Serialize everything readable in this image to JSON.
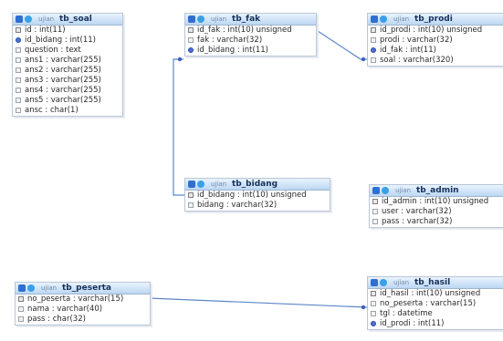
{
  "tables": [
    {
      "id": "tb_soal",
      "schema": "ujian",
      "name": "tb_soal",
      "rows": [
        {
          "text": "id : int(11)",
          "icon": "key"
        },
        {
          "text": "id_bidang : int(11)",
          "icon": "fk"
        },
        {
          "text": "question : text",
          "icon": "col"
        },
        {
          "text": "ans1 : varchar(255)",
          "icon": "col"
        },
        {
          "text": "ans2 : varchar(255)",
          "icon": "col"
        },
        {
          "text": "ans3 : varchar(255)",
          "icon": "col"
        },
        {
          "text": "ans4 : varchar(255)",
          "icon": "col"
        },
        {
          "text": "ans5 : varchar(255)",
          "icon": "col"
        },
        {
          "text": "ansc : char(1)",
          "icon": "col"
        }
      ]
    },
    {
      "id": "tb_fak",
      "schema": "ujian",
      "name": "tb_fak",
      "rows": [
        {
          "text": "id_fak : int(10) unsigned",
          "icon": "key"
        },
        {
          "text": "fak : varchar(32)",
          "icon": "col"
        },
        {
          "text": "id_bidang : int(11)",
          "icon": "fk"
        }
      ]
    },
    {
      "id": "tb_prodi",
      "schema": "ujian",
      "name": "tb_prodi",
      "rows": [
        {
          "text": "id_prodi : int(10) unsigned",
          "icon": "key"
        },
        {
          "text": "prodi : varchar(32)",
          "icon": "col"
        },
        {
          "text": "id_fak : int(11)",
          "icon": "fk"
        },
        {
          "text": "soal : varchar(320)",
          "icon": "col"
        }
      ]
    },
    {
      "id": "tb_bidang",
      "schema": "ujian",
      "name": "tb_bidang",
      "rows": [
        {
          "text": "id_bidang : int(10) unsigned",
          "icon": "key"
        },
        {
          "text": "bidang : varchar(32)",
          "icon": "col"
        }
      ]
    },
    {
      "id": "tb_admin",
      "schema": "ujian",
      "name": "tb_admin",
      "rows": [
        {
          "text": "id_admin : int(10) unsigned",
          "icon": "key"
        },
        {
          "text": "user : varchar(32)",
          "icon": "col"
        },
        {
          "text": "pass : varchar(32)",
          "icon": "col"
        }
      ]
    },
    {
      "id": "tb_peserta",
      "schema": "ujian",
      "name": "tb_peserta",
      "rows": [
        {
          "text": "no_peserta : varchar(15)",
          "icon": "key"
        },
        {
          "text": "nama : varchar(40)",
          "icon": "col"
        },
        {
          "text": "pass : char(32)",
          "icon": "col"
        }
      ]
    },
    {
      "id": "tb_hasil",
      "schema": "ujian",
      "name": "tb_hasil",
      "rows": [
        {
          "text": "id_hasil : int(10) unsigned",
          "icon": "key"
        },
        {
          "text": "no_peserta : varchar(15)",
          "icon": "col"
        },
        {
          "text": "tgl : datetime",
          "icon": "col"
        },
        {
          "text": "id_prodi : int(11)",
          "icon": "fk"
        }
      ]
    }
  ],
  "colors": {
    "link": "#5b86c8",
    "header_text": "#16315a",
    "border": "#b9c6d6"
  }
}
